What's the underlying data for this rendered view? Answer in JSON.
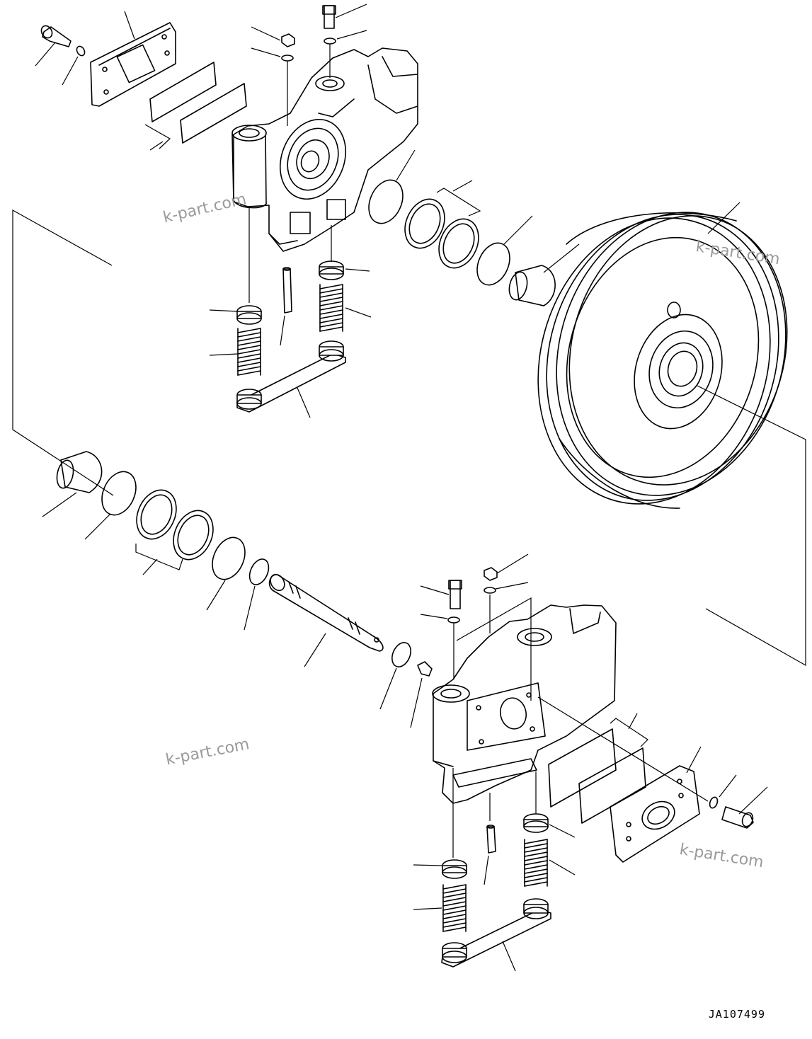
{
  "drawing": {
    "code": "JA107499",
    "watermarks": [
      "k-part.com",
      "k-part.com",
      "k-part.com",
      "k-part.com"
    ]
  },
  "parts": [
    {
      "name": "idler-wheel"
    },
    {
      "name": "upper-yoke-bracket"
    },
    {
      "name": "lower-yoke-bracket"
    },
    {
      "name": "shaft"
    },
    {
      "name": "floating-seal-pair"
    },
    {
      "name": "o-ring"
    },
    {
      "name": "bushing"
    },
    {
      "name": "spring"
    },
    {
      "name": "spring-seat"
    },
    {
      "name": "plate"
    },
    {
      "name": "guide-plate"
    },
    {
      "name": "shim"
    },
    {
      "name": "bolt"
    },
    {
      "name": "washer"
    },
    {
      "name": "nut"
    },
    {
      "name": "pin"
    },
    {
      "name": "plug"
    }
  ]
}
